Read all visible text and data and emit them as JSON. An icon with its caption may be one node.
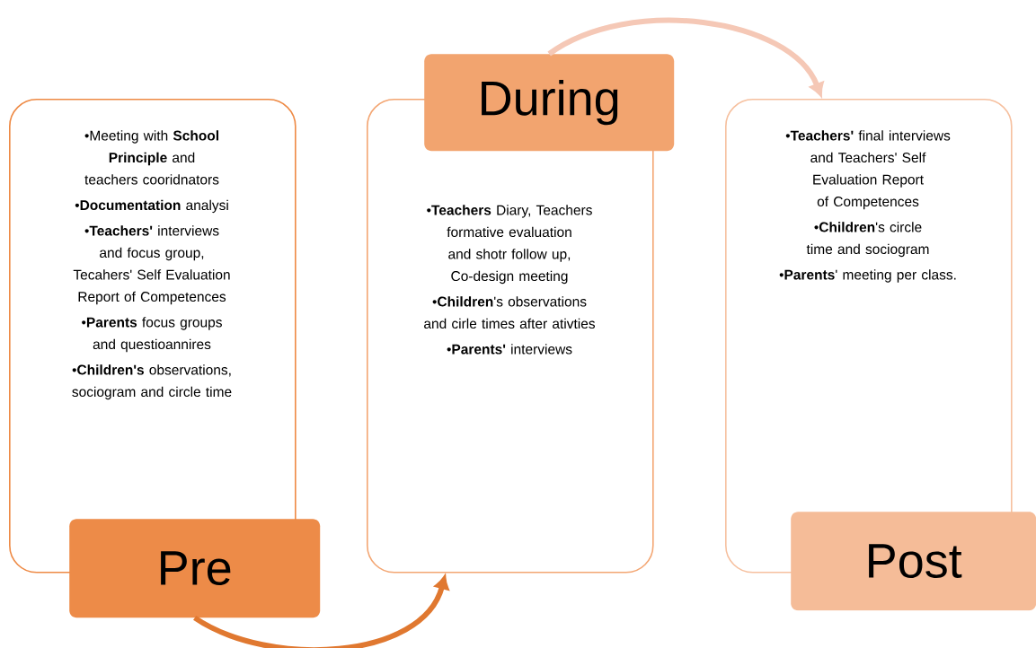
{
  "diagram": {
    "nodes": [
      {
        "text": [
          "•Meeting  with **School Principle** and teachers cooridnators",
          "•**Documentation** analysi",
          "•**Teachers'** interviews and focus group, Tecahers' Self Evaluation Report of Competences",
          "•**Parents** focus groups and questioannires",
          "•**Children's** observations, sociogram and circle time"
        ]
      },
      {
        "text": [
          "Pre"
        ]
      },
      {
        "text": [
          "•**Teachers** Diary, Teachers formative evaluation and shotr follow up, Co-design meeting",
          "•**Children**'s observations and cirle times after ativties",
          "•**Parents'** interviews"
        ]
      },
      {
        "text": [
          "During"
        ]
      },
      {
        "text": [
          "•**Teachers'** final interviews and Teachers' Self Evaluation Report of Competences",
          "•**Children**'s circle time and sociogram",
          "•**Parents**' meeting per class."
        ]
      },
      {
        "text": [
          "Post"
        ]
      }
    ],
    "edges": [
      {
        "from": 1,
        "to": 2,
        "arrow": "to"
      },
      {
        "from": 3,
        "to": 4,
        "arrow": "to",
        "color": "#f5c8b6"
      }
    ]
  }
}
